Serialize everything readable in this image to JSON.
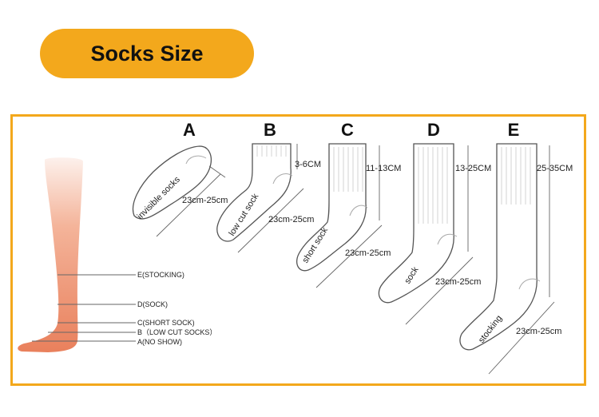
{
  "title": "Socks Size",
  "legend": {
    "stocking": "E(STOCKING)",
    "sock": "D(SOCK)",
    "short": "C(SHORT SOCK)",
    "lowcut": "B（LOW CUT SOCKS）",
    "noshow": "A(NO SHOW)"
  },
  "socks": [
    {
      "letter": "A",
      "name": "invisible socks",
      "foot": "23cm-25cm",
      "height": ""
    },
    {
      "letter": "B",
      "name": "low cut sock",
      "foot": "23cm-25cm",
      "height": "3-6CM"
    },
    {
      "letter": "C",
      "name": "short sock",
      "foot": "23cm-25cm",
      "height": "11-13CM"
    },
    {
      "letter": "D",
      "name": "sock",
      "foot": "23cm-25cm",
      "height": "13-25CM"
    },
    {
      "letter": "E",
      "name": "stocking",
      "foot": "23cm-25cm",
      "height": "25-35CM"
    }
  ],
  "colors": {
    "accent": "#f3a81c",
    "leg": "#ea8a66"
  }
}
